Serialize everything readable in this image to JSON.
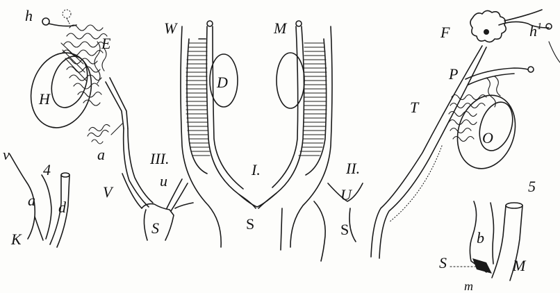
{
  "figure": {
    "labels": {
      "h": "h",
      "E": "E",
      "H": "H",
      "a_left": "a",
      "III": "III.",
      "u_left": "u",
      "V": "V",
      "S_left": "S",
      "v": "v",
      "num4": "4",
      "a_small": "a",
      "d": "d",
      "K": "K",
      "W": "W",
      "M_top": "M",
      "D": "D",
      "I": "I.",
      "S_center": "S",
      "II": "II.",
      "U": "U",
      "S_right": "S",
      "F": "F",
      "h1": "h",
      "h1_sup": "1",
      "P": "P",
      "T": "T",
      "O": "O",
      "num5": "5",
      "b": "b",
      "S_small": "S",
      "M_bottom": "M",
      "m": "m"
    }
  }
}
